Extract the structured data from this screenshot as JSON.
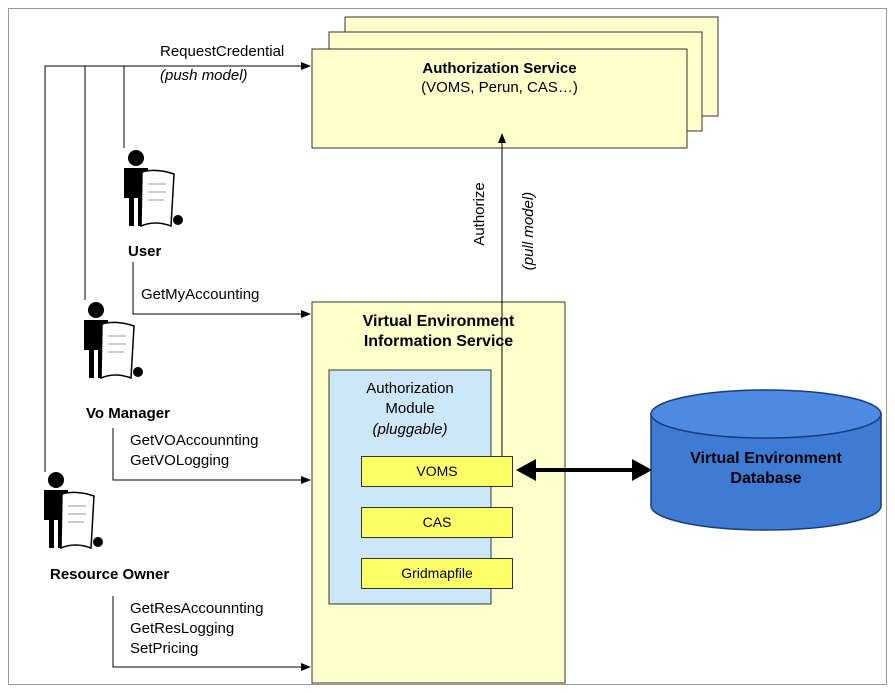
{
  "auth_service": {
    "title": "Authorization Service",
    "subtitle": "(VOMS, Perun, CAS…)"
  },
  "request": {
    "label": "RequestCredential",
    "note": "(push model)"
  },
  "authorize": {
    "label": "Authorize",
    "note": "(pull model)"
  },
  "actors": {
    "user": {
      "name": "User",
      "calls": [
        "GetMyAccounting"
      ]
    },
    "vo_manager": {
      "name": "Vo Manager",
      "calls": [
        "GetVOAccounnting",
        "GetVOLogging"
      ]
    },
    "resource_owner": {
      "name": "Resource Owner",
      "calls": [
        "GetResAccounnting",
        "GetResLogging",
        "SetPricing"
      ]
    }
  },
  "veis": {
    "title_line1": "Virtual Environment",
    "title_line2": "Information Service"
  },
  "auth_module": {
    "line1": "Authorization",
    "line2": "Module",
    "note": "(pluggable)"
  },
  "plugins": [
    "VOMS",
    "CAS",
    "Gridmapfile"
  ],
  "database": {
    "line1": "Virtual Environment",
    "line2": "Database"
  },
  "colors": {
    "service_fill": "#ffffcc",
    "module_fill": "#cce8f8",
    "plugin_fill": "#ffff66",
    "db_fill": "#3d7bd4"
  }
}
